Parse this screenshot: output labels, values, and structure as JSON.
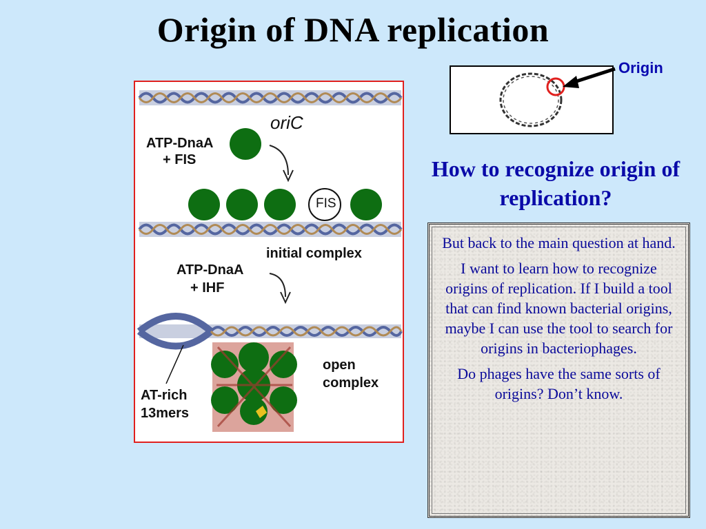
{
  "title": "Origin of DNA replication",
  "diagram": {
    "oric_label": "oriC",
    "step1_line1": "ATP-DnaA",
    "step1_line2": "+ FIS",
    "fis_label": "FIS",
    "initial_complex_label": "initial complex",
    "step2_line1": "ATP-DnaA",
    "step2_line2": "+ IHF",
    "open_complex_line1": "open",
    "open_complex_line2": "complex",
    "at_rich_line1": "AT-rich",
    "at_rich_line2": "13mers",
    "colors": {
      "dnaa_green": "#0e6e12",
      "dna_strand": "#6677aa",
      "panel_border": "#e0201e"
    }
  },
  "origin_inset": {
    "label": "Origin",
    "label_color": "#0a0ab0",
    "highlight_color": "#e0201e"
  },
  "subtitle": "How to recognize origin of replication?",
  "text_box": {
    "paragraphs": [
      "But back to the main question at hand.",
      "I want to learn how to recognize origins of replication. If I build a tool that can find known bacterial origins, maybe I can use the tool to search for origins in bacteriophages.",
      "Do phages have the same sorts of origins? Don’t know."
    ],
    "text_color": "#0a0a9a"
  }
}
